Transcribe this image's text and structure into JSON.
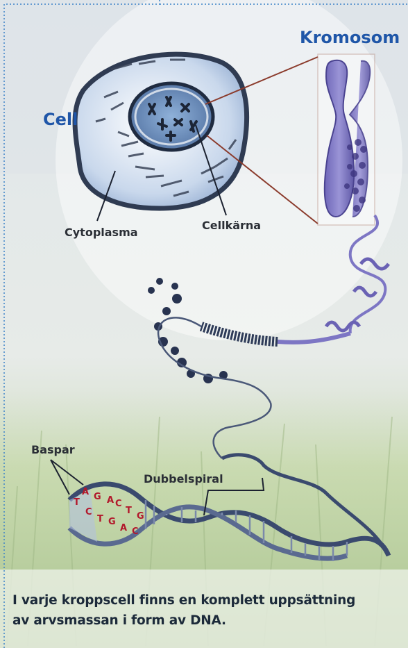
{
  "labels": {
    "cell": "Cell",
    "chromosome": "Kromosom",
    "cytoplasm": "Cytoplasma",
    "nucleus": "Cellkärna",
    "base_pairs": "Baspar",
    "double_helix": "Dubbelspiral"
  },
  "base_letters": {
    "top": [
      "A",
      "G",
      "A",
      "C",
      "T",
      "G"
    ],
    "bottom": [
      "T",
      "C",
      "T",
      "G",
      "A",
      "C"
    ]
  },
  "caption": {
    "line1": "I varje kroppscell finns en komplett uppsättning",
    "line2": "av arvsmassan i form av DNA."
  },
  "colors": {
    "label_blue": "#1f56a8",
    "base_red": "#b2182b",
    "chromosome": "#7d76c4",
    "dna": "#3a4a6e"
  }
}
